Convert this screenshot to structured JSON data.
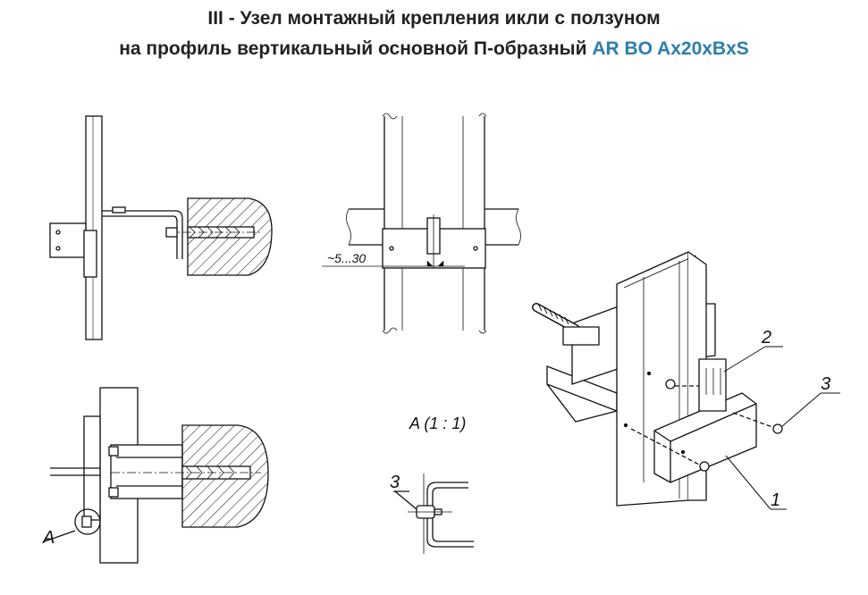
{
  "title": {
    "line1": "III - Узел монтажный крепления икли с ползуном",
    "line2_prefix": "на профиль вертикальный основной П-образный ",
    "line2_code": "AR BO Ax20xBxS"
  },
  "labels": {
    "gap": "~5...30",
    "detail": "A (1 : 1)",
    "callout_a": "A",
    "num_3_detail": "3",
    "num_1": "1",
    "num_2": "2",
    "num_3": "3"
  },
  "colors": {
    "accent": "#2a7fb0",
    "line": "#111111"
  }
}
